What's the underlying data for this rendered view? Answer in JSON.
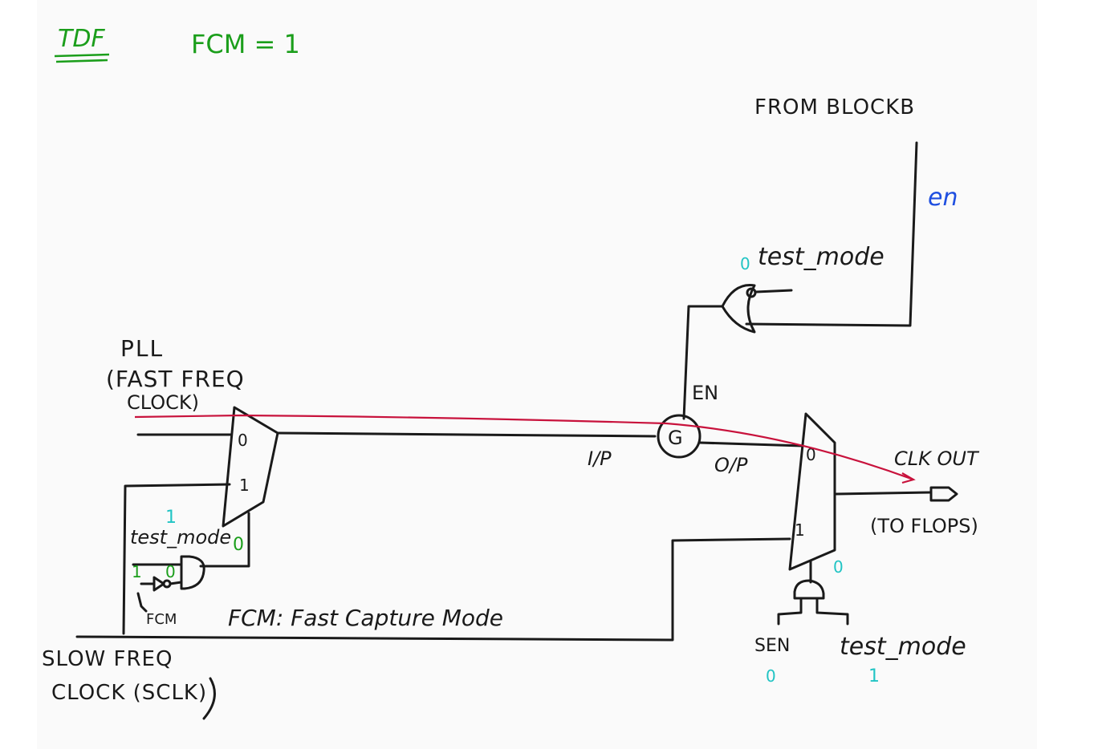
{
  "header": {
    "title": "TDF",
    "mode": "FCM = 1"
  },
  "labels": {
    "from_block": "FROM BLOCKB",
    "en_signal": "en",
    "test_mode_top": "test_mode",
    "test_mode_top_value": "0",
    "pll_line1": "PLL",
    "pll_line2": "(FAST FREQ",
    "pll_line3": "CLOCK)",
    "mux1_in0": "0",
    "mux1_in1": "1",
    "sel1_value": "1",
    "test_mode_left": "test_mode",
    "and_out_value": "0",
    "inv_in_value": "1",
    "inv_out_value": "0",
    "fcm_small": "FCM",
    "fcm_legend": "FCM: Fast Capture Mode",
    "slow_line1": "SLOW FREQ",
    "slow_line2": "CLOCK (SCLK)",
    "en_label": "EN",
    "icg_label": "G",
    "ip_label": "I/P",
    "op_label": "O/P",
    "mux2_in0": "0",
    "mux2_in1": "1",
    "clk_out": "CLK OUT",
    "to_flops": "(TO FLOPS)",
    "sel2_value": "0",
    "sen_label": "SEN",
    "sen_value": "0",
    "test_mode_bottom": "test_mode",
    "test_mode_bottom_value": "1"
  },
  "colors": {
    "ink": "#1a1a1a",
    "green": "#1b9e1b",
    "cyan": "#21c4c4",
    "blue": "#1f4fe0",
    "red": "#c8123c",
    "board": "#fafafa"
  }
}
